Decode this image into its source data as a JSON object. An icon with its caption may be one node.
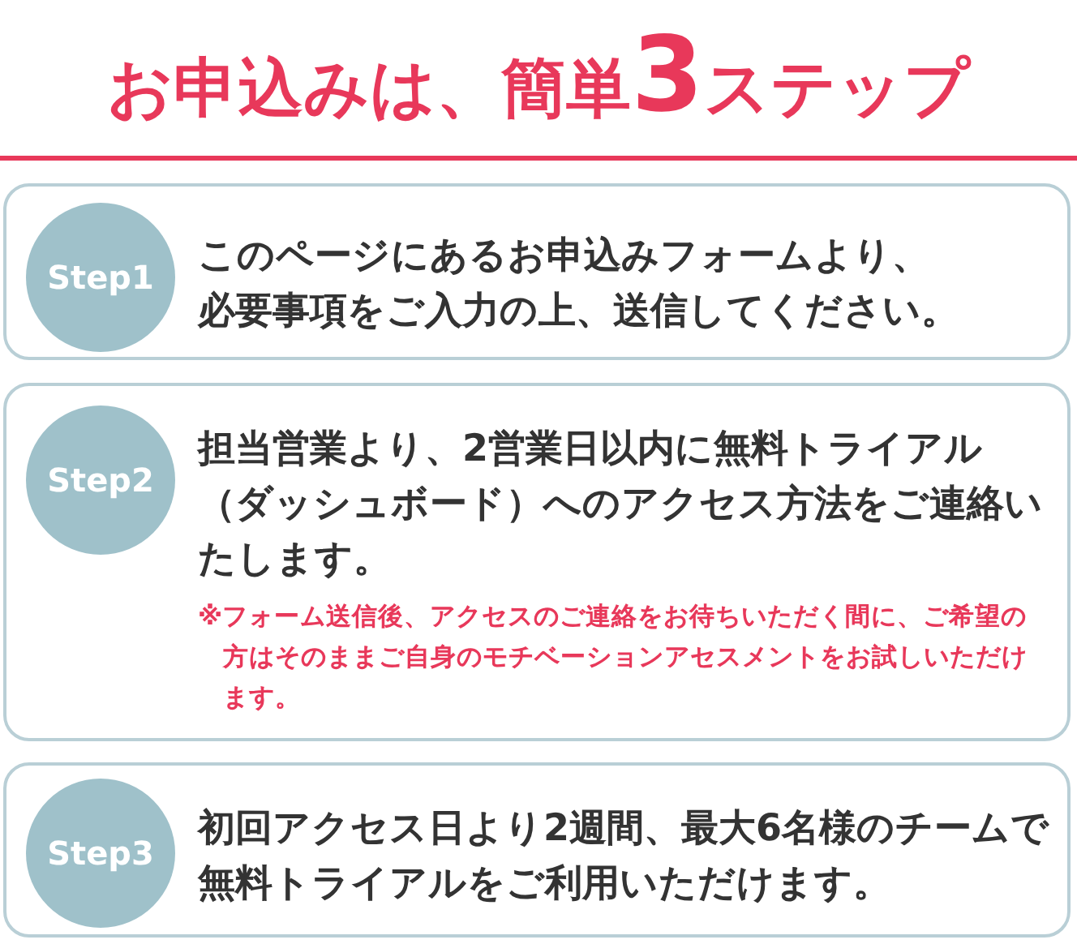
{
  "diagram": {
    "title": "お申込みは、簡単**3**ステップ",
    "nodes": [
      {
        "text": [
          "このページにあるお申込みフォームより、必要事項をご入力の上、送信してください。"
        ]
      },
      {
        "text": [
          "Step1"
        ],
        "in": 0
      },
      {
        "text": [
          "担当営業より、2営業日以内に無料トライアル（ダッシュボード）へのアクセス方法をご連絡いたします。",
          "※フォーム送信後、アクセスのご連絡をお待ちいただく間に、ご希望の方はそのままご自身のモチベーションアセスメントをお試しいただけます。"
        ]
      },
      {
        "text": [
          "Step2"
        ],
        "in": 2
      },
      {
        "text": [
          "初回アクセス日より2週間、最大6名様のチームで無料トライアルをご利用いただけます。"
        ]
      },
      {
        "text": [
          "Step3"
        ],
        "in": 4
      }
    ]
  }
}
